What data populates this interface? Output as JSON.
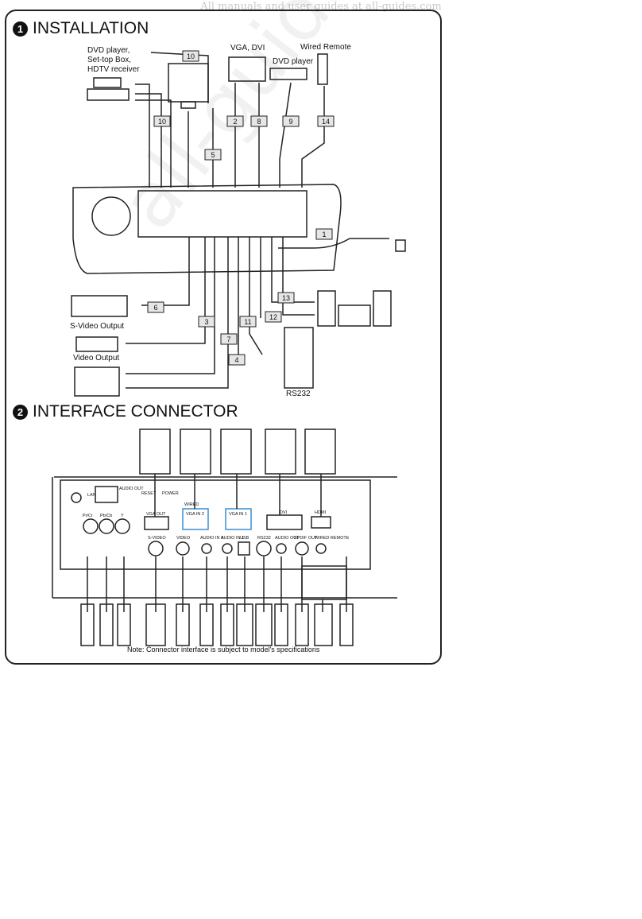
{
  "watermark_top": "All manuals and user guides at all-guides.com",
  "watermark_diag": "all-guides.com",
  "section1": {
    "num": "1",
    "title": "INSTALLATION"
  },
  "section2": {
    "num": "2",
    "title": "INTERFACE CONNECTOR"
  },
  "labels": {
    "dvd_settop": "DVD player,\nSet-top Box,\nHDTV receiver",
    "vga_dvi": "VGA, DVI",
    "dvd_player": "DVD player",
    "wired_remote": "Wired Remote",
    "svideo_output": "S-Video Output",
    "video_output": "Video Output",
    "rs232": "RS232"
  },
  "cable_numbers": [
    "10",
    "10",
    "2",
    "8",
    "9",
    "14",
    "5",
    "1",
    "6",
    "13",
    "12",
    "3",
    "11",
    "7",
    "4"
  ],
  "panel_labels": {
    "lan": "LAN",
    "audio_out": "AUDIO OUT",
    "reset": "RESET",
    "power": "POWER",
    "wired": "WIRED",
    "vga_out": "VGA OUT",
    "vga_in2": "VGA IN 2",
    "vga_in1": "VGA IN 1",
    "dvi": "DVI",
    "hdmi": "HDMI",
    "prcr": "Pr/Cr",
    "pbcb": "Pb/Cb",
    "y": "Y",
    "svideo": "S-VIDEO",
    "video": "VIDEO",
    "audio_in2": "AUDIO IN 2",
    "audio_in1": "AUDIO IN 1",
    "usb": "USB",
    "rs232": "RS232",
    "audio_out2": "AUDIO OUT",
    "spdif": "SPDIF OUT",
    "wired_remote": "WIRED REMOTE"
  },
  "note": "Note: Connector interface is subject to model's specifications"
}
